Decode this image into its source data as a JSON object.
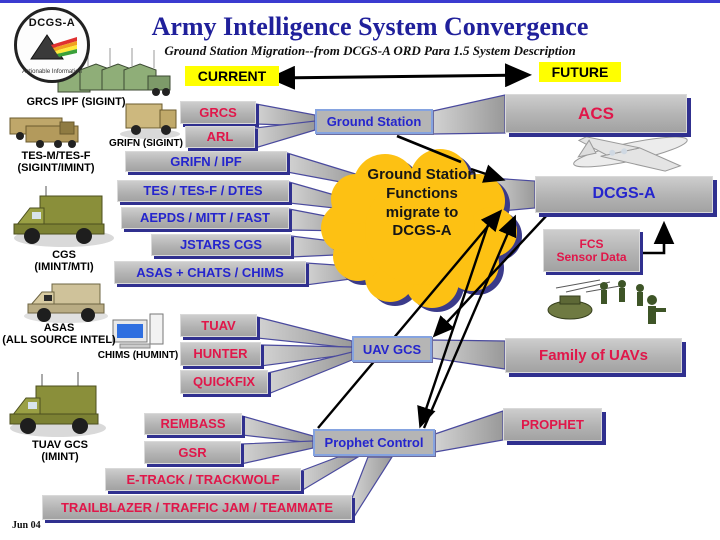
{
  "slide": {
    "title": "Army Intelligence System Convergence",
    "subtitle": "Ground Station Migration--from DCGS-A ORD Para 1.5 System Description",
    "date": "Jun 04"
  },
  "logo": {
    "title": "DCGS-A",
    "caption": "Actionable Information"
  },
  "timeline": {
    "current_label": "CURRENT",
    "future_label": "FUTURE",
    "highlight_color": "#ffff00"
  },
  "cloud": {
    "text": "Ground Station Functions migrate to DCGS-A",
    "fill": "#fdc113"
  },
  "hubs": {
    "ground_station": "Ground Station",
    "uav_gcs": "UAV GCS",
    "prophet_control": "Prophet Control"
  },
  "future_systems": {
    "acs": "ACS",
    "dcgs_a": "DCGS-A",
    "fcs": {
      "line1": "FCS",
      "line2": "Sensor Data"
    },
    "family_of_uavs": "Family of UAVs",
    "prophet": "PROPHET"
  },
  "current_systems": {
    "to_ground_station": [
      "GRCS",
      "ARL"
    ],
    "to_cloud": [
      "GRIFN / IPF",
      "TES / TES-F / DTES",
      "AEPDS / MITT / FAST",
      "JSTARS CGS",
      "ASAS + CHATS / CHIMS"
    ],
    "to_uav_gcs": [
      "TUAV",
      "HUNTER",
      "QUICKFIX"
    ],
    "to_prophet_control": [
      "REMBASS",
      "GSR",
      "E-TRACK / TRACKWOLF",
      "TRAILBLAZER / TRAFFIC JAM / TEAMMATE"
    ]
  },
  "platforms": {
    "grcs_ipf": {
      "name": "GRCS IPF (SIGINT)"
    },
    "grifn": {
      "name": "GRIFN (SIGINT)"
    },
    "tes": {
      "name": "TES-M/TES-F",
      "detail": "(SIGINT/IMINT)"
    },
    "cgs": {
      "name": "CGS",
      "detail": "(IMINT/MTI)"
    },
    "asas": {
      "name": "ASAS",
      "detail": "(ALL SOURCE  INTEL)"
    },
    "chims": {
      "name": "CHIMS (HUMINT)"
    },
    "tuav_gcs": {
      "name": "TUAV GCS",
      "detail": "(IMINT)"
    }
  },
  "colors": {
    "red_text": "#e0174a",
    "blue_text": "#2525cd",
    "title_blue": "#20209b",
    "box_gray": "#b5b5b5",
    "navy_shadow": "#30308f"
  }
}
